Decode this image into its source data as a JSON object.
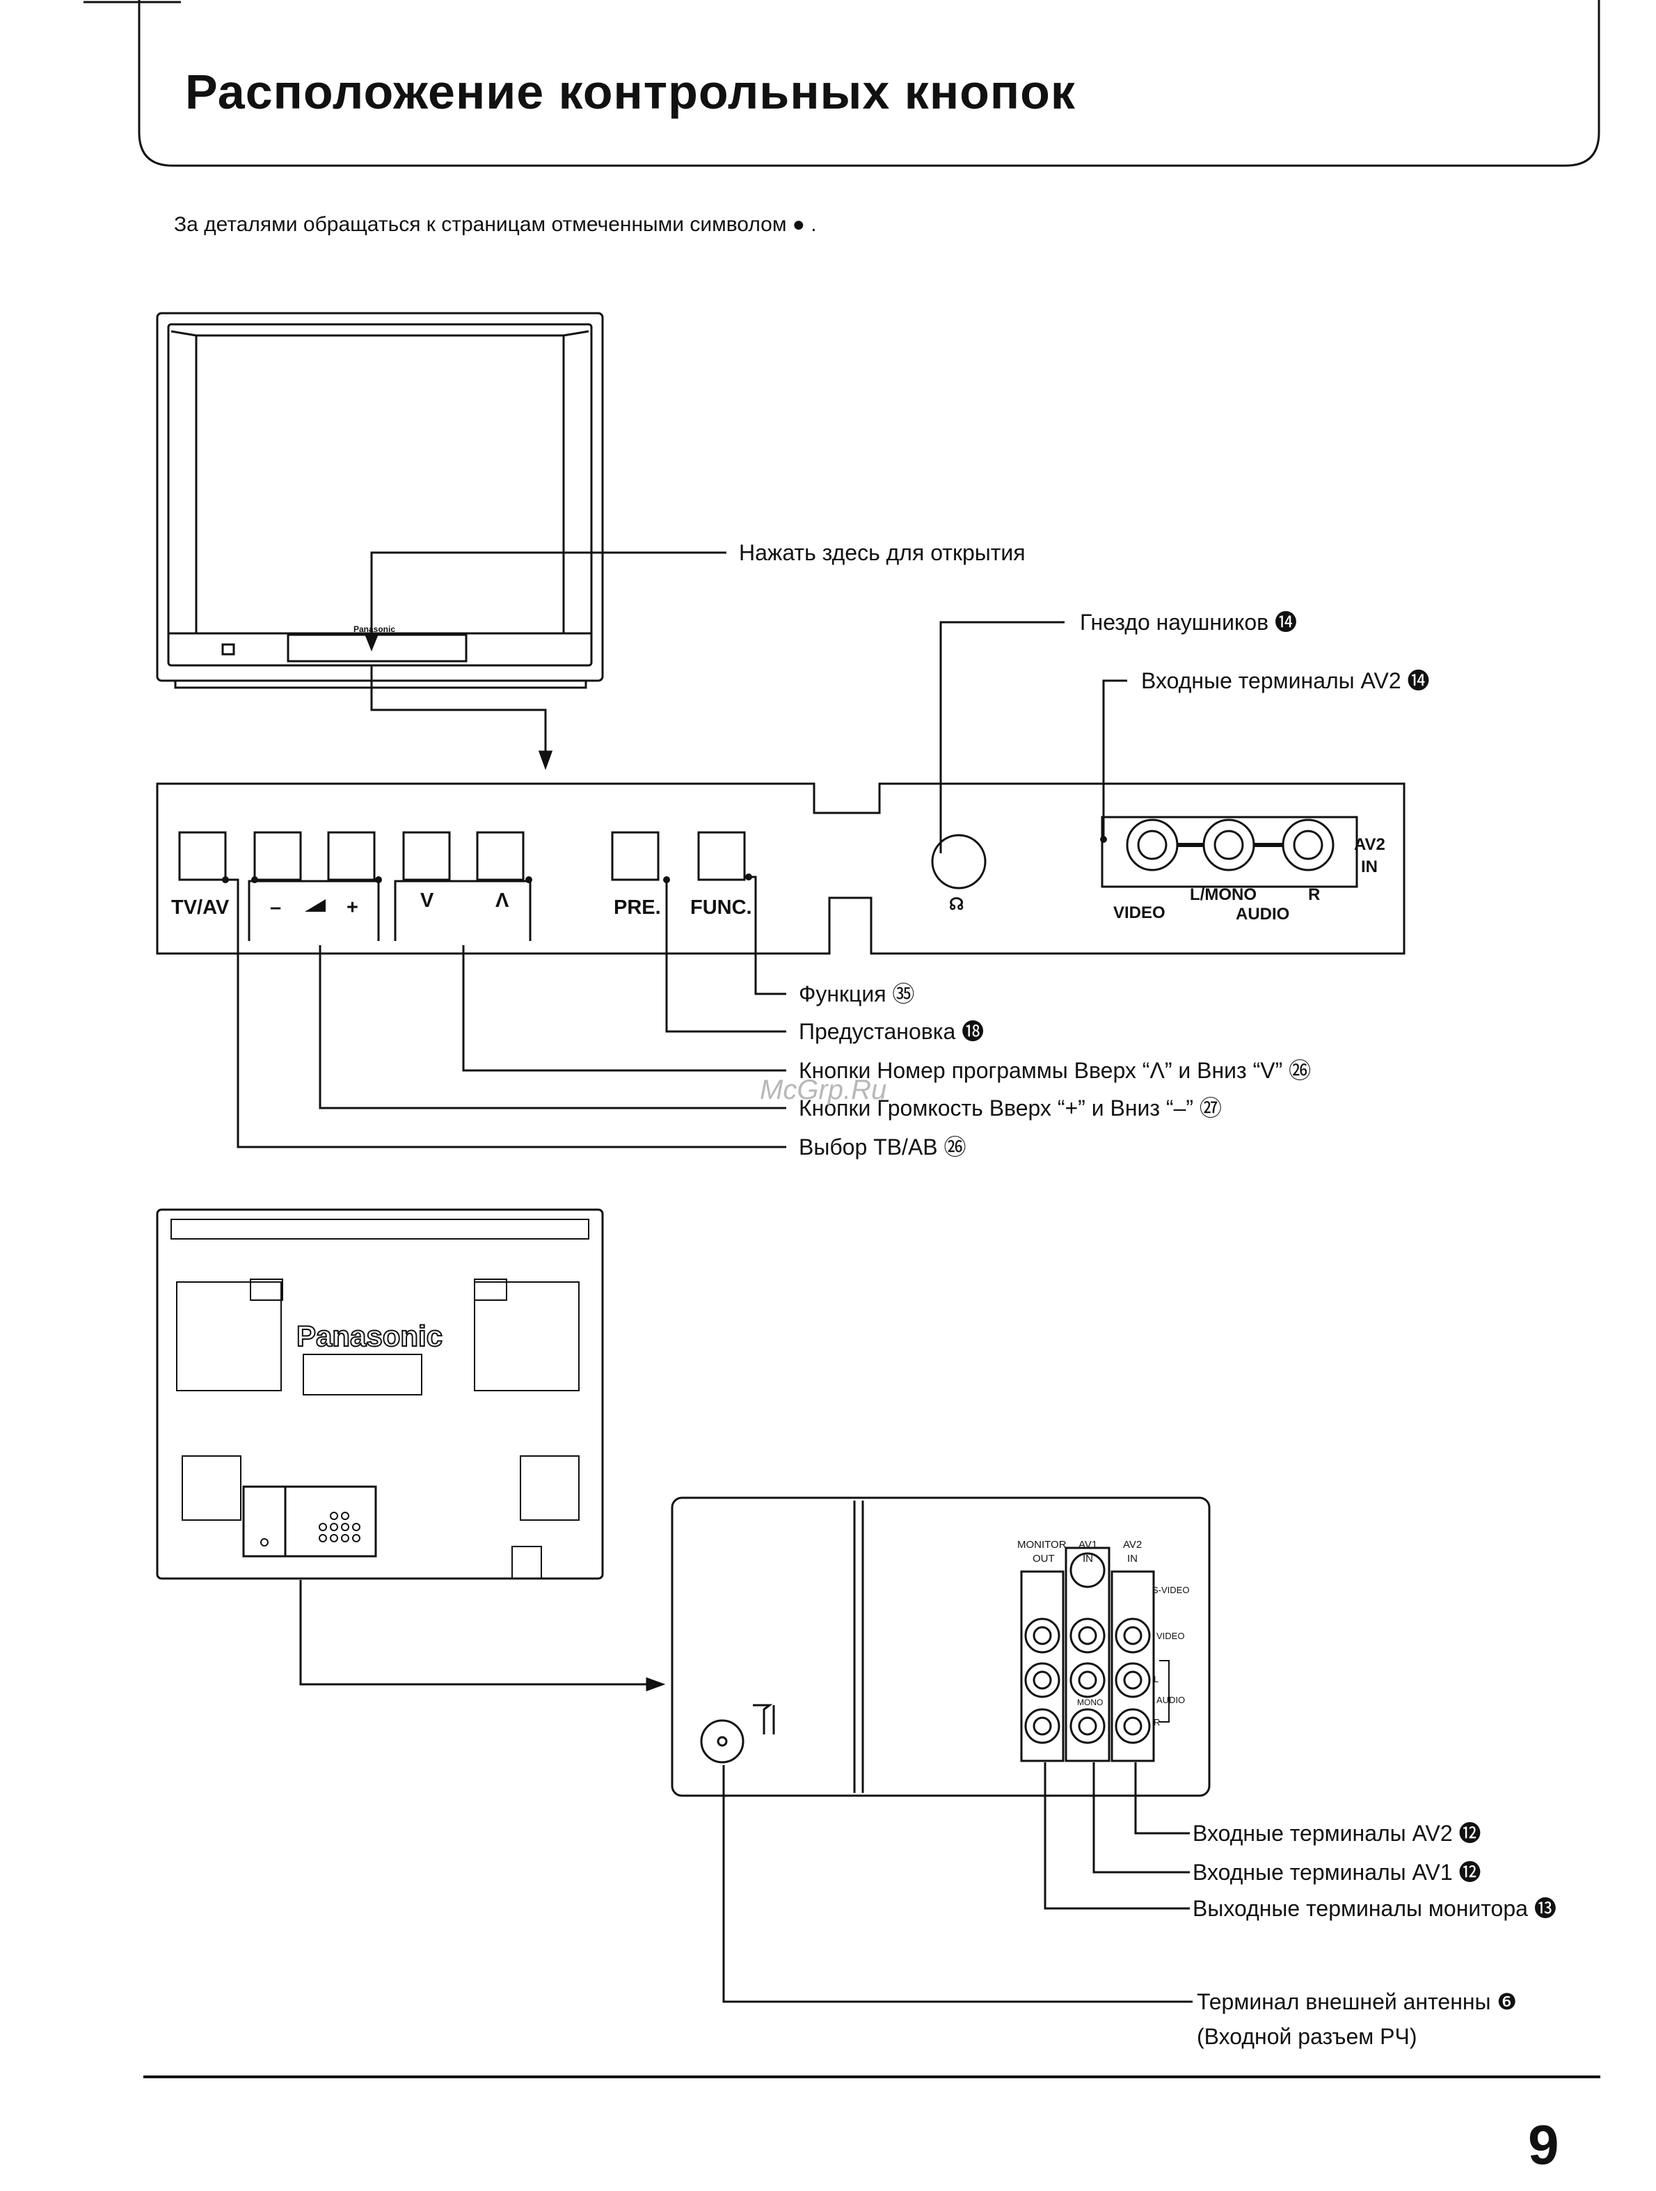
{
  "title": "Расположение контрольных кнопок",
  "intro": "За деталями обращаться к страницам отмеченными символом ● .",
  "front": {
    "open_label": "Нажать здесь для открытия",
    "brand_small": "Panasonic"
  },
  "panel": {
    "buttons": {
      "tvav": "TV/AV",
      "vol_minus": "–",
      "vol_plus": "+",
      "ch_down": "V",
      "ch_up": "Λ",
      "pre": "PRE.",
      "func": "FUNC."
    },
    "av2": {
      "video": "VIDEO",
      "lmono": "L/MONO",
      "r": "R",
      "audio": "AUDIO",
      "av2": "AV2",
      "in": "IN"
    },
    "labels": {
      "headphones": "Гнездо наушников ⓮",
      "av2_inputs": "Входные терминалы AV2 ⓮",
      "function": "Функция ㉟",
      "preset": "Предустановка ⓲",
      "prog_buttons": "Кнопки Номер программы Вверх “Λ” и Вниз “V” ㉖",
      "volume_buttons": "Кнопки Громкость Вверх “+” и Вниз “–” ㉗",
      "tvav_select": "Выбор ТВ/АВ ㉖"
    }
  },
  "rear": {
    "brand": "Panasonic",
    "headers": {
      "monitor_out": [
        "MONITOR",
        "OUT"
      ],
      "av1_in": [
        "AV1",
        "IN"
      ],
      "av2_in": [
        "AV2",
        "IN"
      ]
    },
    "side_labels": {
      "svideo": "S-VIDEO",
      "video": "VIDEO",
      "l": "L",
      "audio": "AUDIO",
      "r": "R",
      "mono": "MONO"
    },
    "labels": {
      "av2_inputs": "Входные терминалы AV2 ⓬",
      "av1_inputs": "Входные терминалы AV1 ⓬",
      "monitor_outputs": "Выходные терминалы монитора ⓭",
      "antenna": "Терминал внешней антенны ❻",
      "antenna_sub": "(Входной разъем РЧ)"
    }
  },
  "watermark": "McGrp.Ru",
  "page_number": "9"
}
